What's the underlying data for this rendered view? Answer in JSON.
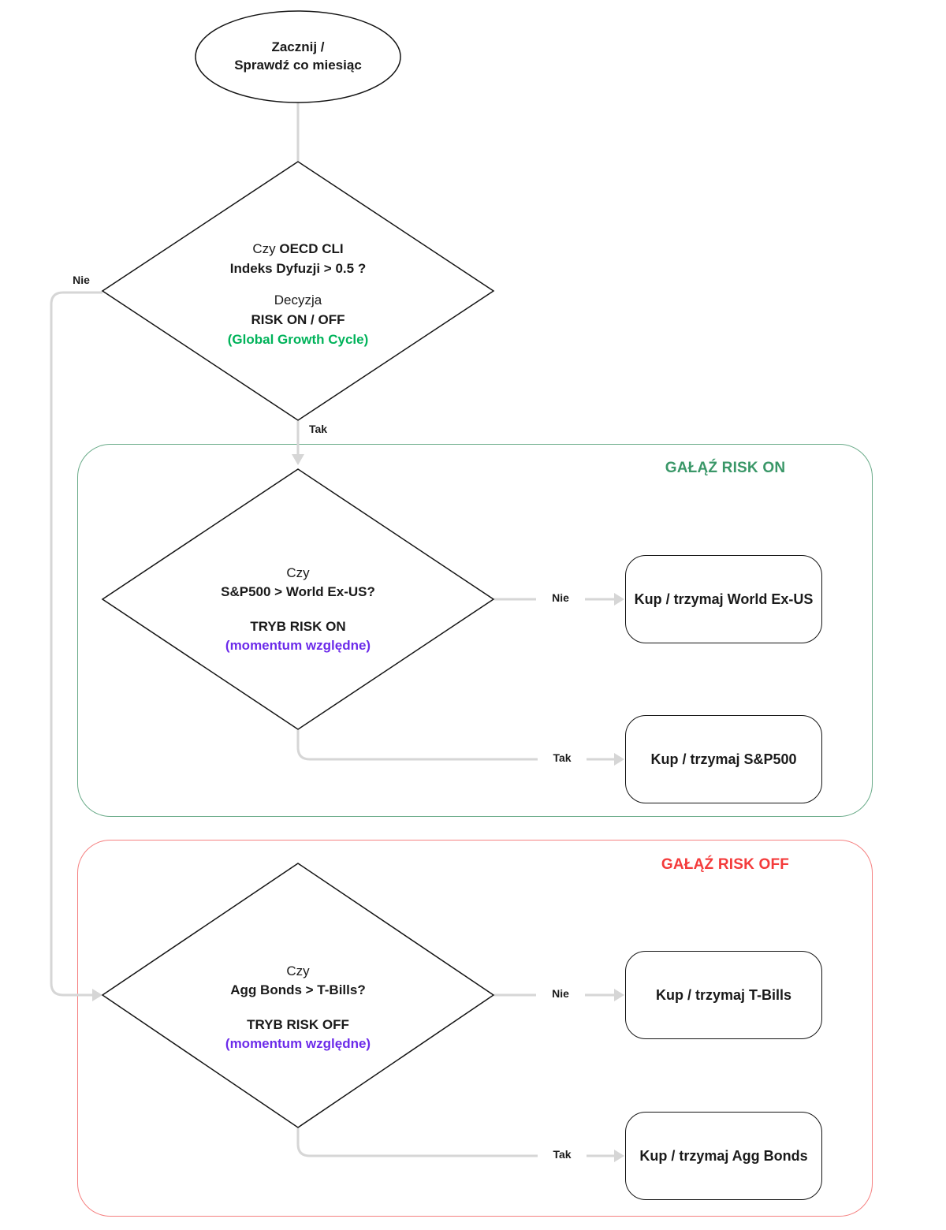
{
  "diagram": {
    "start_node": {
      "line1": "Zacznij /",
      "line2": "Sprawdź co miesiąc"
    },
    "decision_cli": {
      "question_prefix": "Czy ",
      "question_bold": "OECD CLI",
      "question_line2": "Indeks Dyfuzji > 0.5 ?",
      "subtitle": "Decyzja",
      "subtitle_bold": "RISK ON / OFF",
      "subtitle_accent": "(Global Growth Cycle)"
    },
    "labels": {
      "yes": "Tak",
      "no": "Nie"
    },
    "risk_on_branch": {
      "title": "GAŁĄŹ RISK ON",
      "decision": {
        "question_line1": "Czy",
        "question_line2": "S&P500 > World Ex-US?",
        "mode_bold": "TRYB RISK ON",
        "mode_accent": "(momentum względne)"
      },
      "outcome_no": "Kup / trzymaj World Ex-US",
      "outcome_yes": "Kup / trzymaj S&P500"
    },
    "risk_off_branch": {
      "title": "GAŁĄŹ RISK OFF",
      "decision": {
        "question_line1": "Czy",
        "question_line2": "Agg Bonds > T-Bills?",
        "mode_bold": "TRYB RISK OFF",
        "mode_accent": "(momentum względne)"
      },
      "outcome_no": "Kup / trzymaj T-Bills",
      "outcome_yes": "Kup / trzymaj Agg Bonds"
    },
    "colors": {
      "accent_green": "#00B35A",
      "accent_purple": "#6C2BEA",
      "branch_on_label": "#3A9768",
      "branch_on_border": "#6AAB89",
      "branch_off_label": "#F43B3B",
      "branch_off_border": "#F58080",
      "connector_gray": "#D6D6D6",
      "node_outline": "#141414"
    }
  }
}
